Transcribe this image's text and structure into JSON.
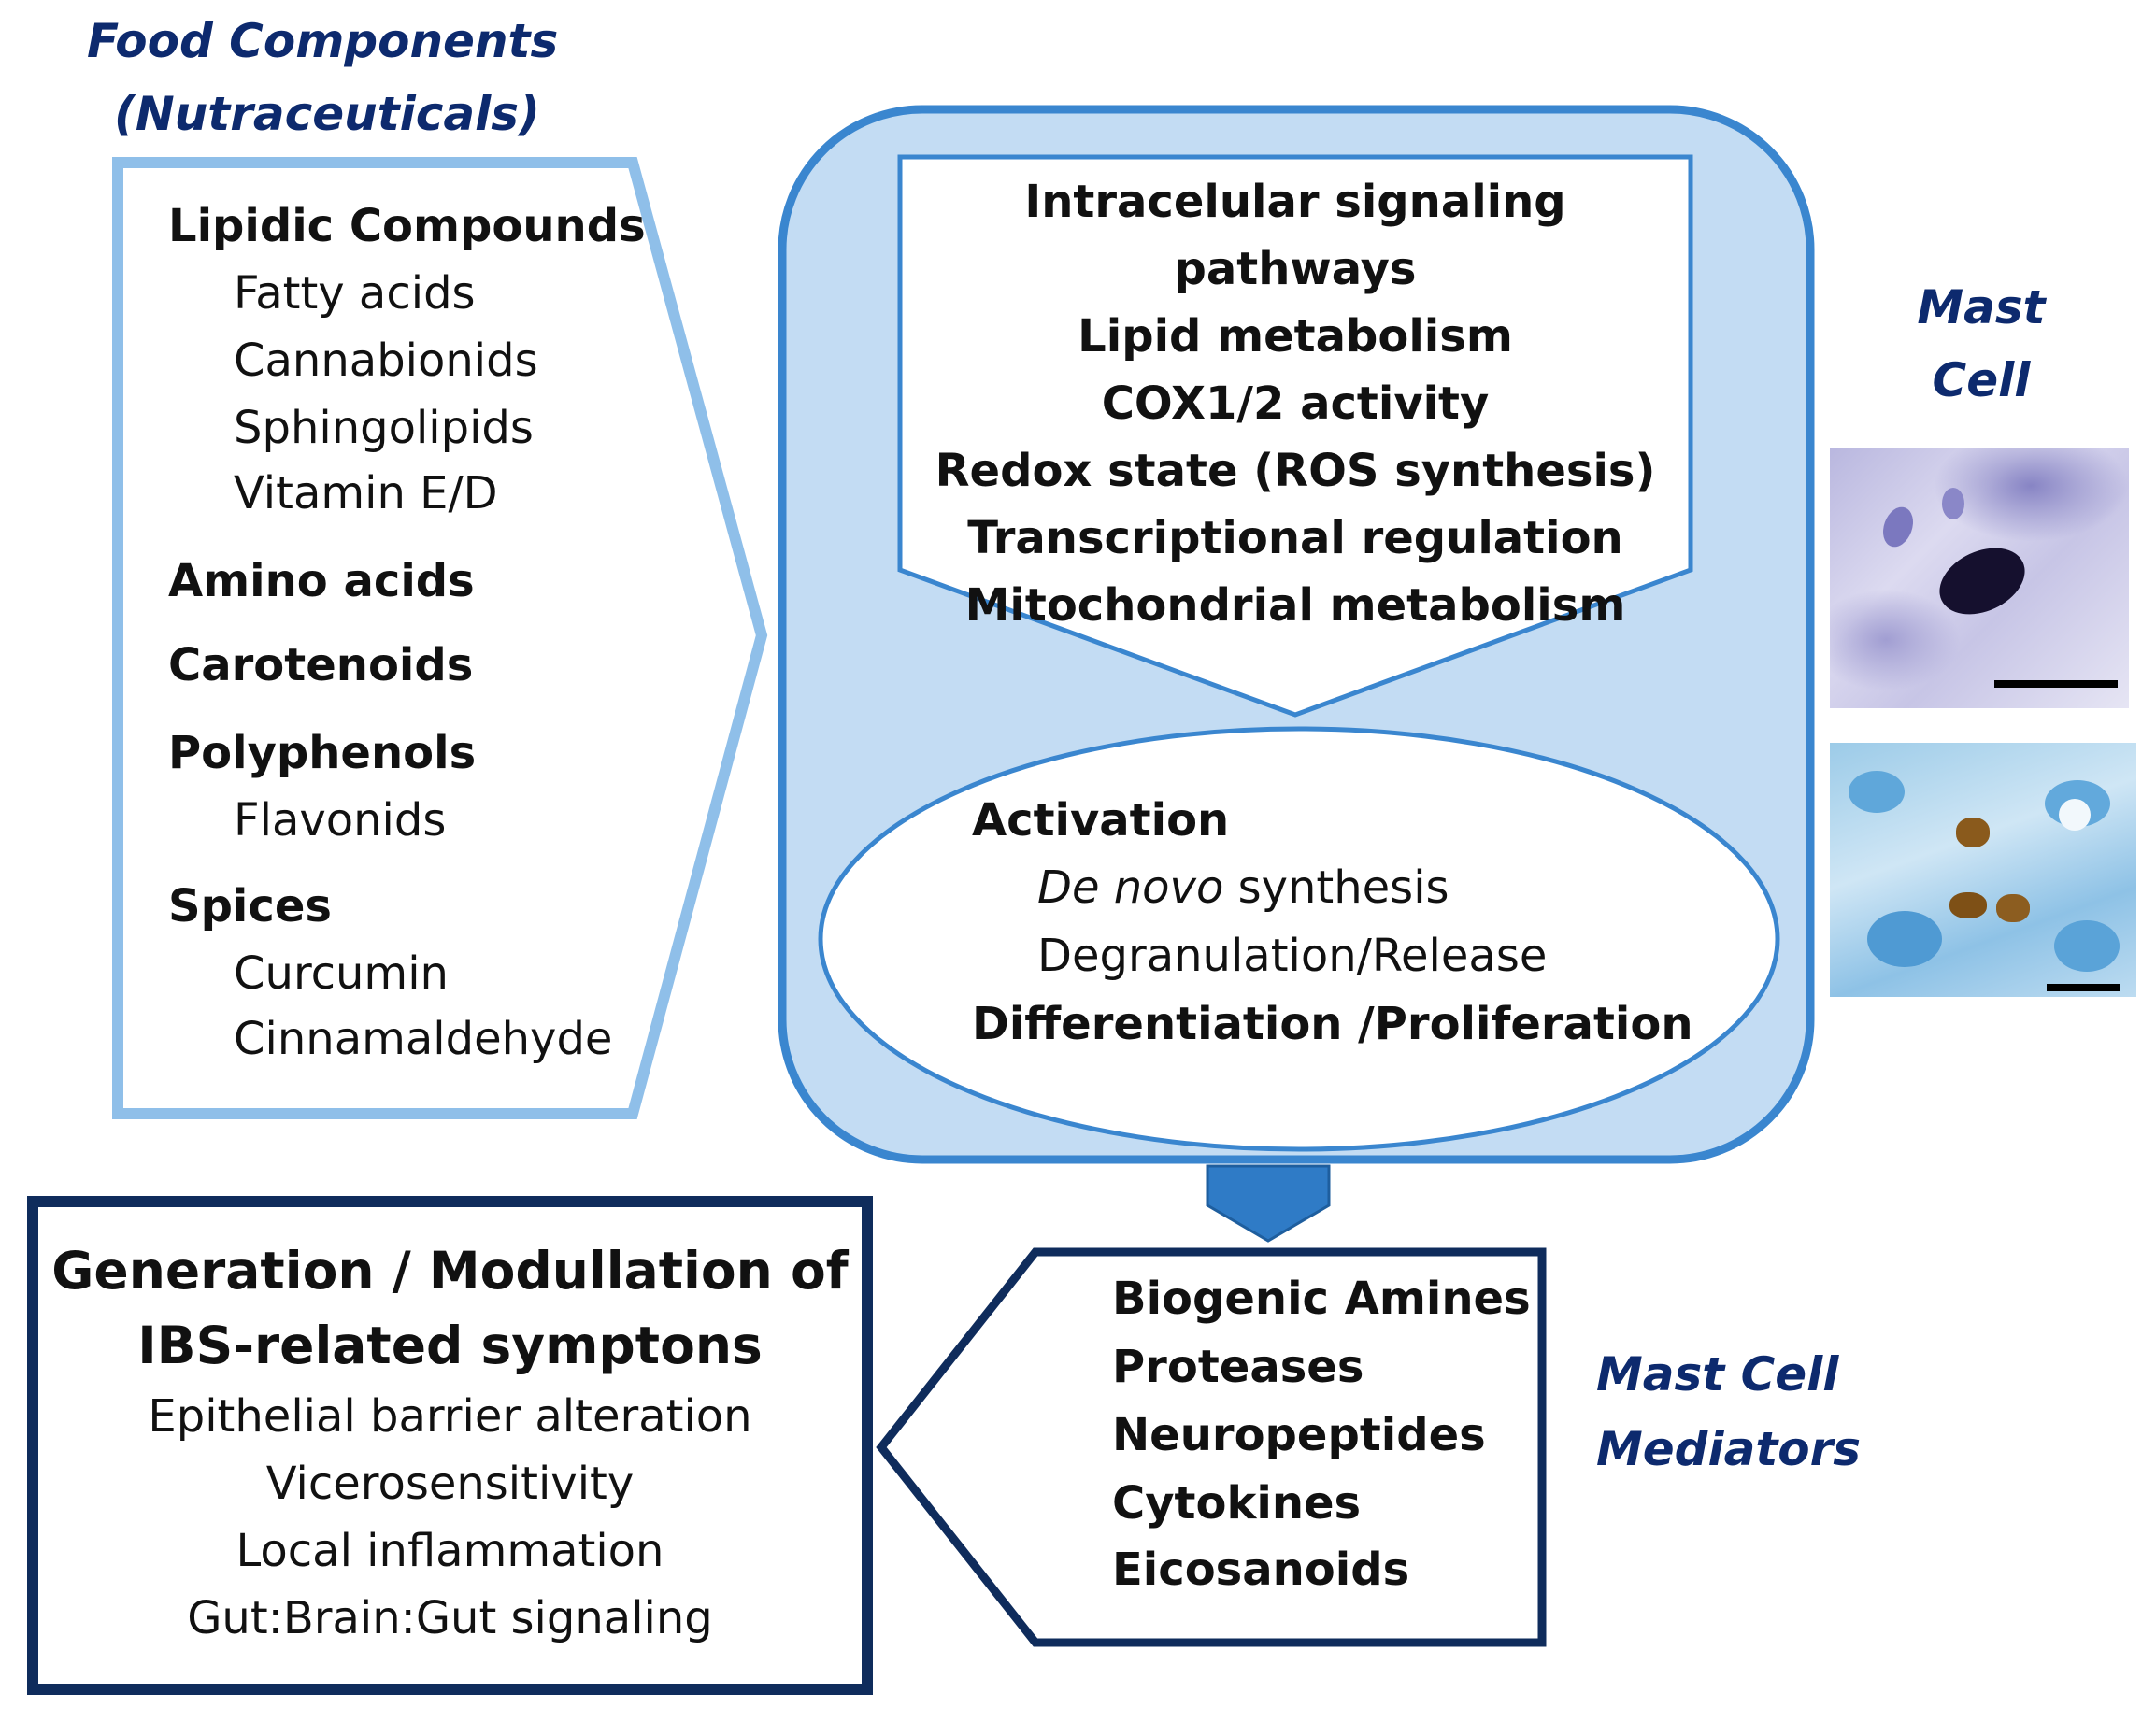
{
  "food_title": [
    "Food Components",
    "(Nutraceuticals)"
  ],
  "food_box": {
    "groups": [
      {
        "heading": "Lipidic Compounds",
        "items": [
          "Fatty acids",
          "Cannabionids",
          "Sphingolipids",
          "Vitamin E/D"
        ]
      },
      {
        "heading": "Amino acids",
        "items": []
      },
      {
        "heading": "Carotenoids",
        "items": []
      },
      {
        "heading": "Polyphenols",
        "items": [
          "Flavonids"
        ]
      },
      {
        "heading": "Spices",
        "items": [
          "Curcumin",
          "Cinnamaldehyde"
        ]
      }
    ]
  },
  "center_box": {
    "pathways": [
      "Intracelular signaling pathways",
      "Lipid metabolism",
      "COX1/2 activity",
      "Redox state (ROS synthesis)",
      "Transcriptional regulation",
      "Mitochondrial metabolism"
    ],
    "activation": {
      "heading": "Activation",
      "de_novo_italic": "De novo",
      "de_novo_rest": " synthesis",
      "degranulation": "Degranulation/Release",
      "differentiation": "Differentiation /Proliferation"
    }
  },
  "mast_cell_title": [
    "Mast",
    "Cell"
  ],
  "mediators_title": [
    "Mast Cell",
    "Mediators"
  ],
  "mediators": [
    "Biogenic Amines",
    "Proteases",
    "Neuropeptides",
    "Cytokines",
    "Eicosanoids"
  ],
  "ibs_box": {
    "heading": [
      "Generation / Modullation of",
      "IBS-related symptons"
    ],
    "items": [
      "Epithelial barrier alteration",
      "Vicerosensitivity",
      "Local inflammation",
      "Gut:Brain:Gut signaling"
    ]
  },
  "colors": {
    "title_blue": "#0d2a6e",
    "light_blue_fill": "#c3dcf3",
    "light_blue_border": "#8fbfe9",
    "center_border": "#3a86cf",
    "dark_navy_border": "#0f2c5c",
    "arrow_blue": "#2f7bc6"
  }
}
